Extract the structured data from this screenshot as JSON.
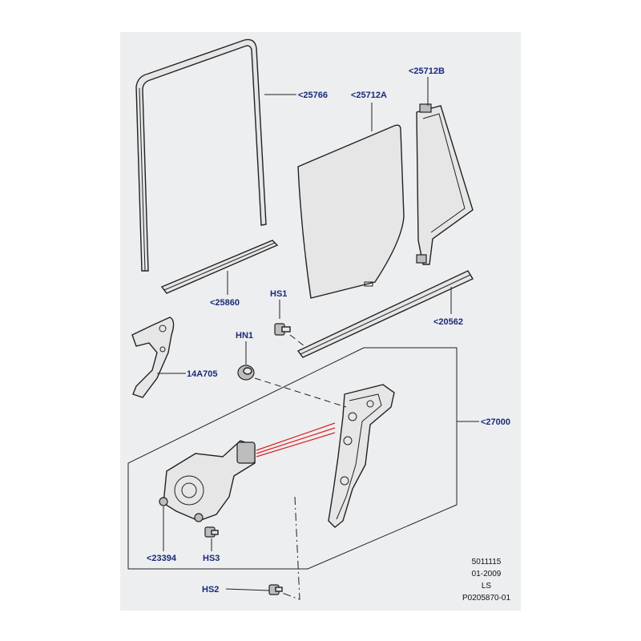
{
  "diagram": {
    "background_color": "#eceef0",
    "label_color": "#1a2a78",
    "callouts": {
      "run_channel": "<25766",
      "main_glass": "<25712A",
      "quarter_glass": "<25712B",
      "inner_weatherstrip": "<25860",
      "outer_weatherstrip": "<20562",
      "bracket": "14A705",
      "bolt_hs1": "HS1",
      "nut_hn1": "HN1",
      "regulator_assembly": "<27000",
      "motor": "<23394",
      "screw_hs3": "HS3",
      "screw_hs2": "HS2"
    },
    "info_block": {
      "line1": "5011115",
      "line2": "01-2009",
      "line3": "LS",
      "line4": "P0205870-01"
    }
  }
}
